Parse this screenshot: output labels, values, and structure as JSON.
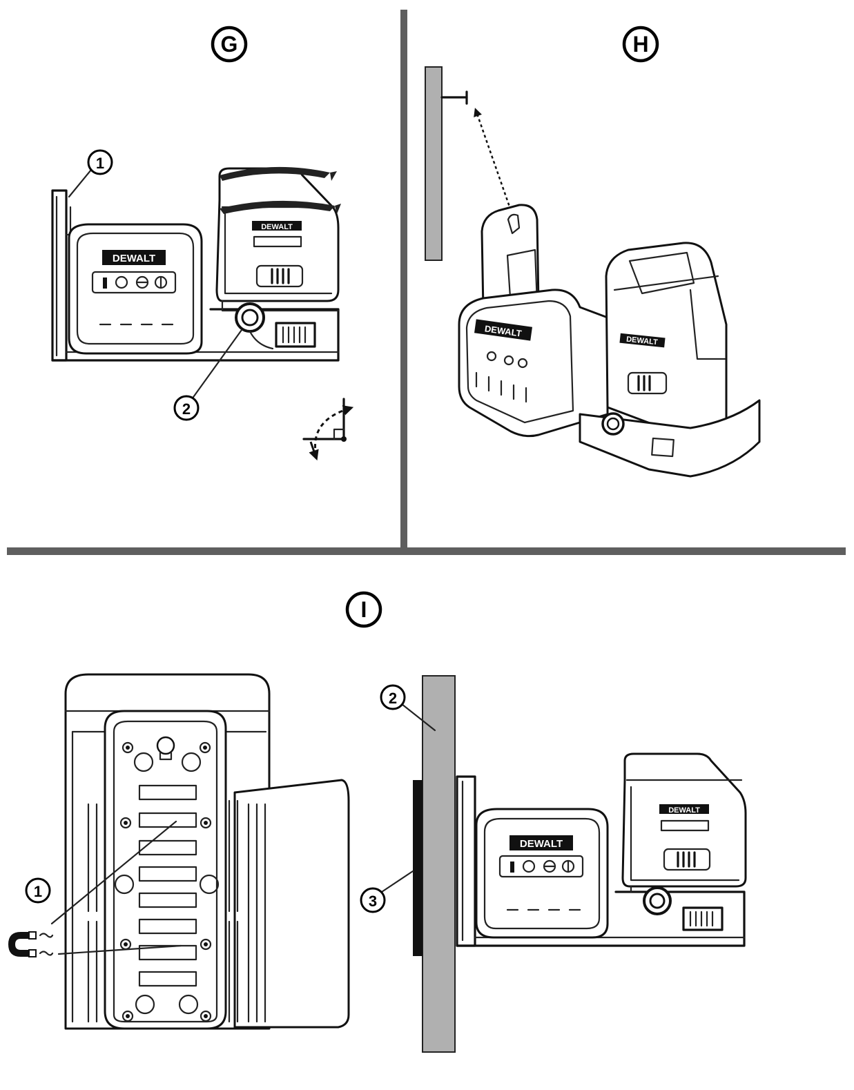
{
  "panels": {
    "g": {
      "letter": "G",
      "callouts": [
        "1",
        "2"
      ]
    },
    "h": {
      "letter": "H"
    },
    "i": {
      "letter": "I",
      "callouts": [
        "1",
        "2",
        "3"
      ]
    }
  },
  "brand": "DEWALT",
  "colors": {
    "divider": "#5f5f5f",
    "wall": "#b0b0b0",
    "line": "#111111",
    "background": "#ffffff"
  },
  "icons": [
    "magnet-icon",
    "rotation-arrow-icon",
    "mounting-screw-icon",
    "rotation-knob-icon"
  ]
}
